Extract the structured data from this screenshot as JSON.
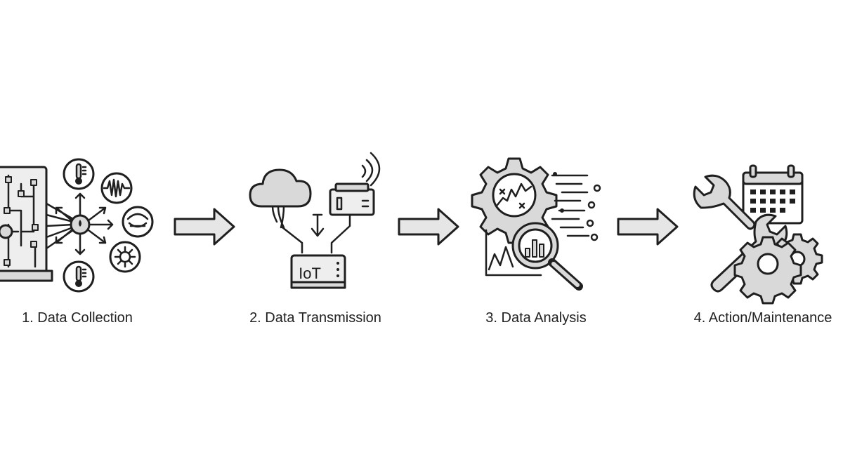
{
  "stages": [
    {
      "label": "1. Data Collection",
      "icon": "sensor-network-icon"
    },
    {
      "label": "2. Data Transmission",
      "icon": "cloud-iot-gateway-icon"
    },
    {
      "label": "3. Data Analysis",
      "icon": "gear-magnifier-icon"
    },
    {
      "label": "4. Action/Maintenance",
      "icon": "wrench-calendar-gears-icon"
    }
  ],
  "iot_badge": "IoT",
  "colors": {
    "stroke": "#1f1f1f",
    "fill_gray": "#d9d9d9",
    "fill_light": "#eeeeee",
    "background": "#ffffff"
  }
}
